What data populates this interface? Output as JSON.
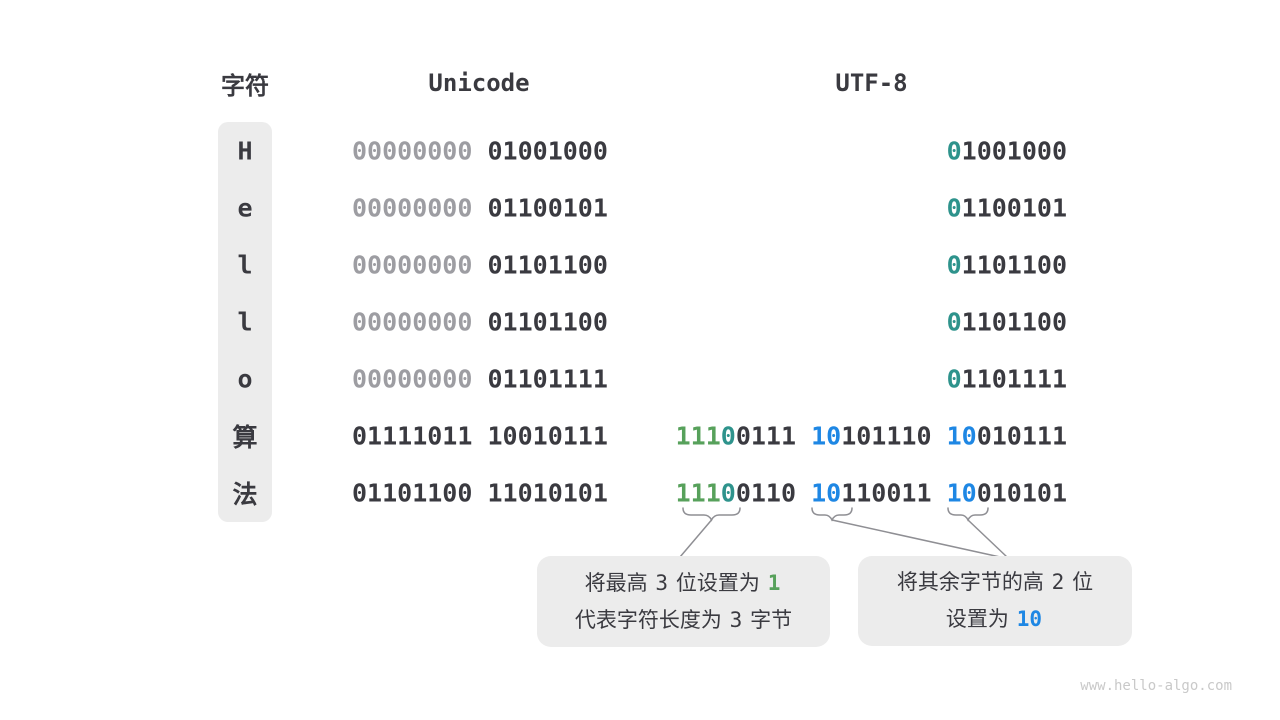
{
  "colors": {
    "dark": "#3a3a40",
    "gray": "#9d9da2",
    "green": "#57a15b",
    "teal": "#2e938c",
    "blue": "#1e87e4",
    "box": "#ececec",
    "line": "#8f8f94",
    "watermark": "#c9c9c9"
  },
  "watermark": "www.hello-algo.com",
  "table": {
    "headers": {
      "char": "字符",
      "unicode": "Unicode",
      "utf8": "UTF-8"
    },
    "rows": [
      {
        "char": "H",
        "char_kind": "latin",
        "unicode": [
          [
            [
              "00000000",
              "gray"
            ]
          ],
          [
            [
              "01001000",
              "dark"
            ]
          ]
        ],
        "utf8": [
          [
            [
              "0",
              "teal"
            ],
            [
              "1001000",
              "dark"
            ]
          ]
        ]
      },
      {
        "char": "e",
        "char_kind": "latin",
        "unicode": [
          [
            [
              "00000000",
              "gray"
            ]
          ],
          [
            [
              "01100101",
              "dark"
            ]
          ]
        ],
        "utf8": [
          [
            [
              "0",
              "teal"
            ],
            [
              "1100101",
              "dark"
            ]
          ]
        ]
      },
      {
        "char": "l",
        "char_kind": "latin",
        "unicode": [
          [
            [
              "00000000",
              "gray"
            ]
          ],
          [
            [
              "01101100",
              "dark"
            ]
          ]
        ],
        "utf8": [
          [
            [
              "0",
              "teal"
            ],
            [
              "1101100",
              "dark"
            ]
          ]
        ]
      },
      {
        "char": "l",
        "char_kind": "latin",
        "unicode": [
          [
            [
              "00000000",
              "gray"
            ]
          ],
          [
            [
              "01101100",
              "dark"
            ]
          ]
        ],
        "utf8": [
          [
            [
              "0",
              "teal"
            ],
            [
              "1101100",
              "dark"
            ]
          ]
        ]
      },
      {
        "char": "o",
        "char_kind": "latin",
        "unicode": [
          [
            [
              "00000000",
              "gray"
            ]
          ],
          [
            [
              "01101111",
              "dark"
            ]
          ]
        ],
        "utf8": [
          [
            [
              "0",
              "teal"
            ],
            [
              "1101111",
              "dark"
            ]
          ]
        ]
      },
      {
        "char": "算",
        "char_kind": "cjk",
        "unicode": [
          [
            [
              "01111011",
              "dark"
            ]
          ],
          [
            [
              "10010111",
              "dark"
            ]
          ]
        ],
        "utf8": [
          [
            [
              "111",
              "green"
            ],
            [
              "0",
              "teal"
            ],
            [
              "0111",
              "dark"
            ]
          ],
          [
            [
              "10",
              "blue"
            ],
            [
              "101110",
              "dark"
            ]
          ],
          [
            [
              "10",
              "blue"
            ],
            [
              "010111",
              "dark"
            ]
          ]
        ]
      },
      {
        "char": "法",
        "char_kind": "cjk",
        "unicode": [
          [
            [
              "01101100",
              "dark"
            ]
          ],
          [
            [
              "11010101",
              "dark"
            ]
          ]
        ],
        "utf8": [
          [
            [
              "111",
              "green"
            ],
            [
              "0",
              "teal"
            ],
            [
              "0110",
              "dark"
            ]
          ],
          [
            [
              "10",
              "blue"
            ],
            [
              "110011",
              "dark"
            ]
          ],
          [
            [
              "10",
              "blue"
            ],
            [
              "010101",
              "dark"
            ]
          ]
        ]
      }
    ]
  },
  "notes": [
    {
      "lines": [
        [
          {
            "t": "将最高 ",
            "s": "plain"
          },
          {
            "t": "3",
            "s": "num"
          },
          {
            "t": " 位设置为 ",
            "s": "plain"
          },
          {
            "t": "1",
            "s": "green"
          }
        ],
        [
          {
            "t": "代表字符长度为 ",
            "s": "plain"
          },
          {
            "t": "3",
            "s": "num"
          },
          {
            "t": " 字节",
            "s": "plain"
          }
        ]
      ]
    },
    {
      "lines": [
        [
          {
            "t": "将其余字节的高 ",
            "s": "plain"
          },
          {
            "t": "2",
            "s": "num"
          },
          {
            "t": " 位",
            "s": "plain"
          }
        ],
        [
          {
            "t": "设置为 ",
            "s": "plain"
          },
          {
            "t": "10",
            "s": "blue"
          }
        ]
      ]
    }
  ]
}
